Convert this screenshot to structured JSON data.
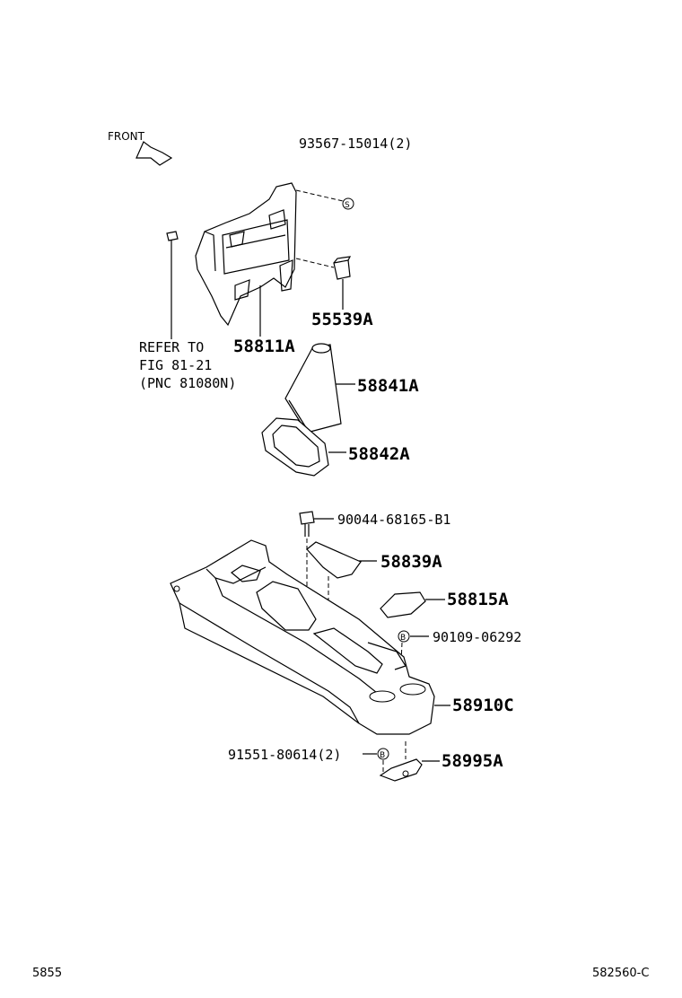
{
  "front_label": "FRONT",
  "callouts": {
    "c93567": "93567-15014(2)",
    "c55539": "55539A",
    "c58811": "58811A",
    "c58841": "58841A",
    "c58842": "58842A",
    "c90044": "90044-68165-B1",
    "c58839": "58839A",
    "c58815": "58815A",
    "c90109": "90109-06292",
    "c58910": "58910C",
    "c91551": "91551-80614(2)",
    "c58995": "58995A"
  },
  "refer": {
    "line1": "REFER TO",
    "line2": "FIG 81-21",
    "line3": "(PNC 81080N)"
  },
  "symbols": {
    "s": "S",
    "b1": "B",
    "b2": "B"
  },
  "footer": {
    "left": "5855",
    "right": "582560-C"
  }
}
